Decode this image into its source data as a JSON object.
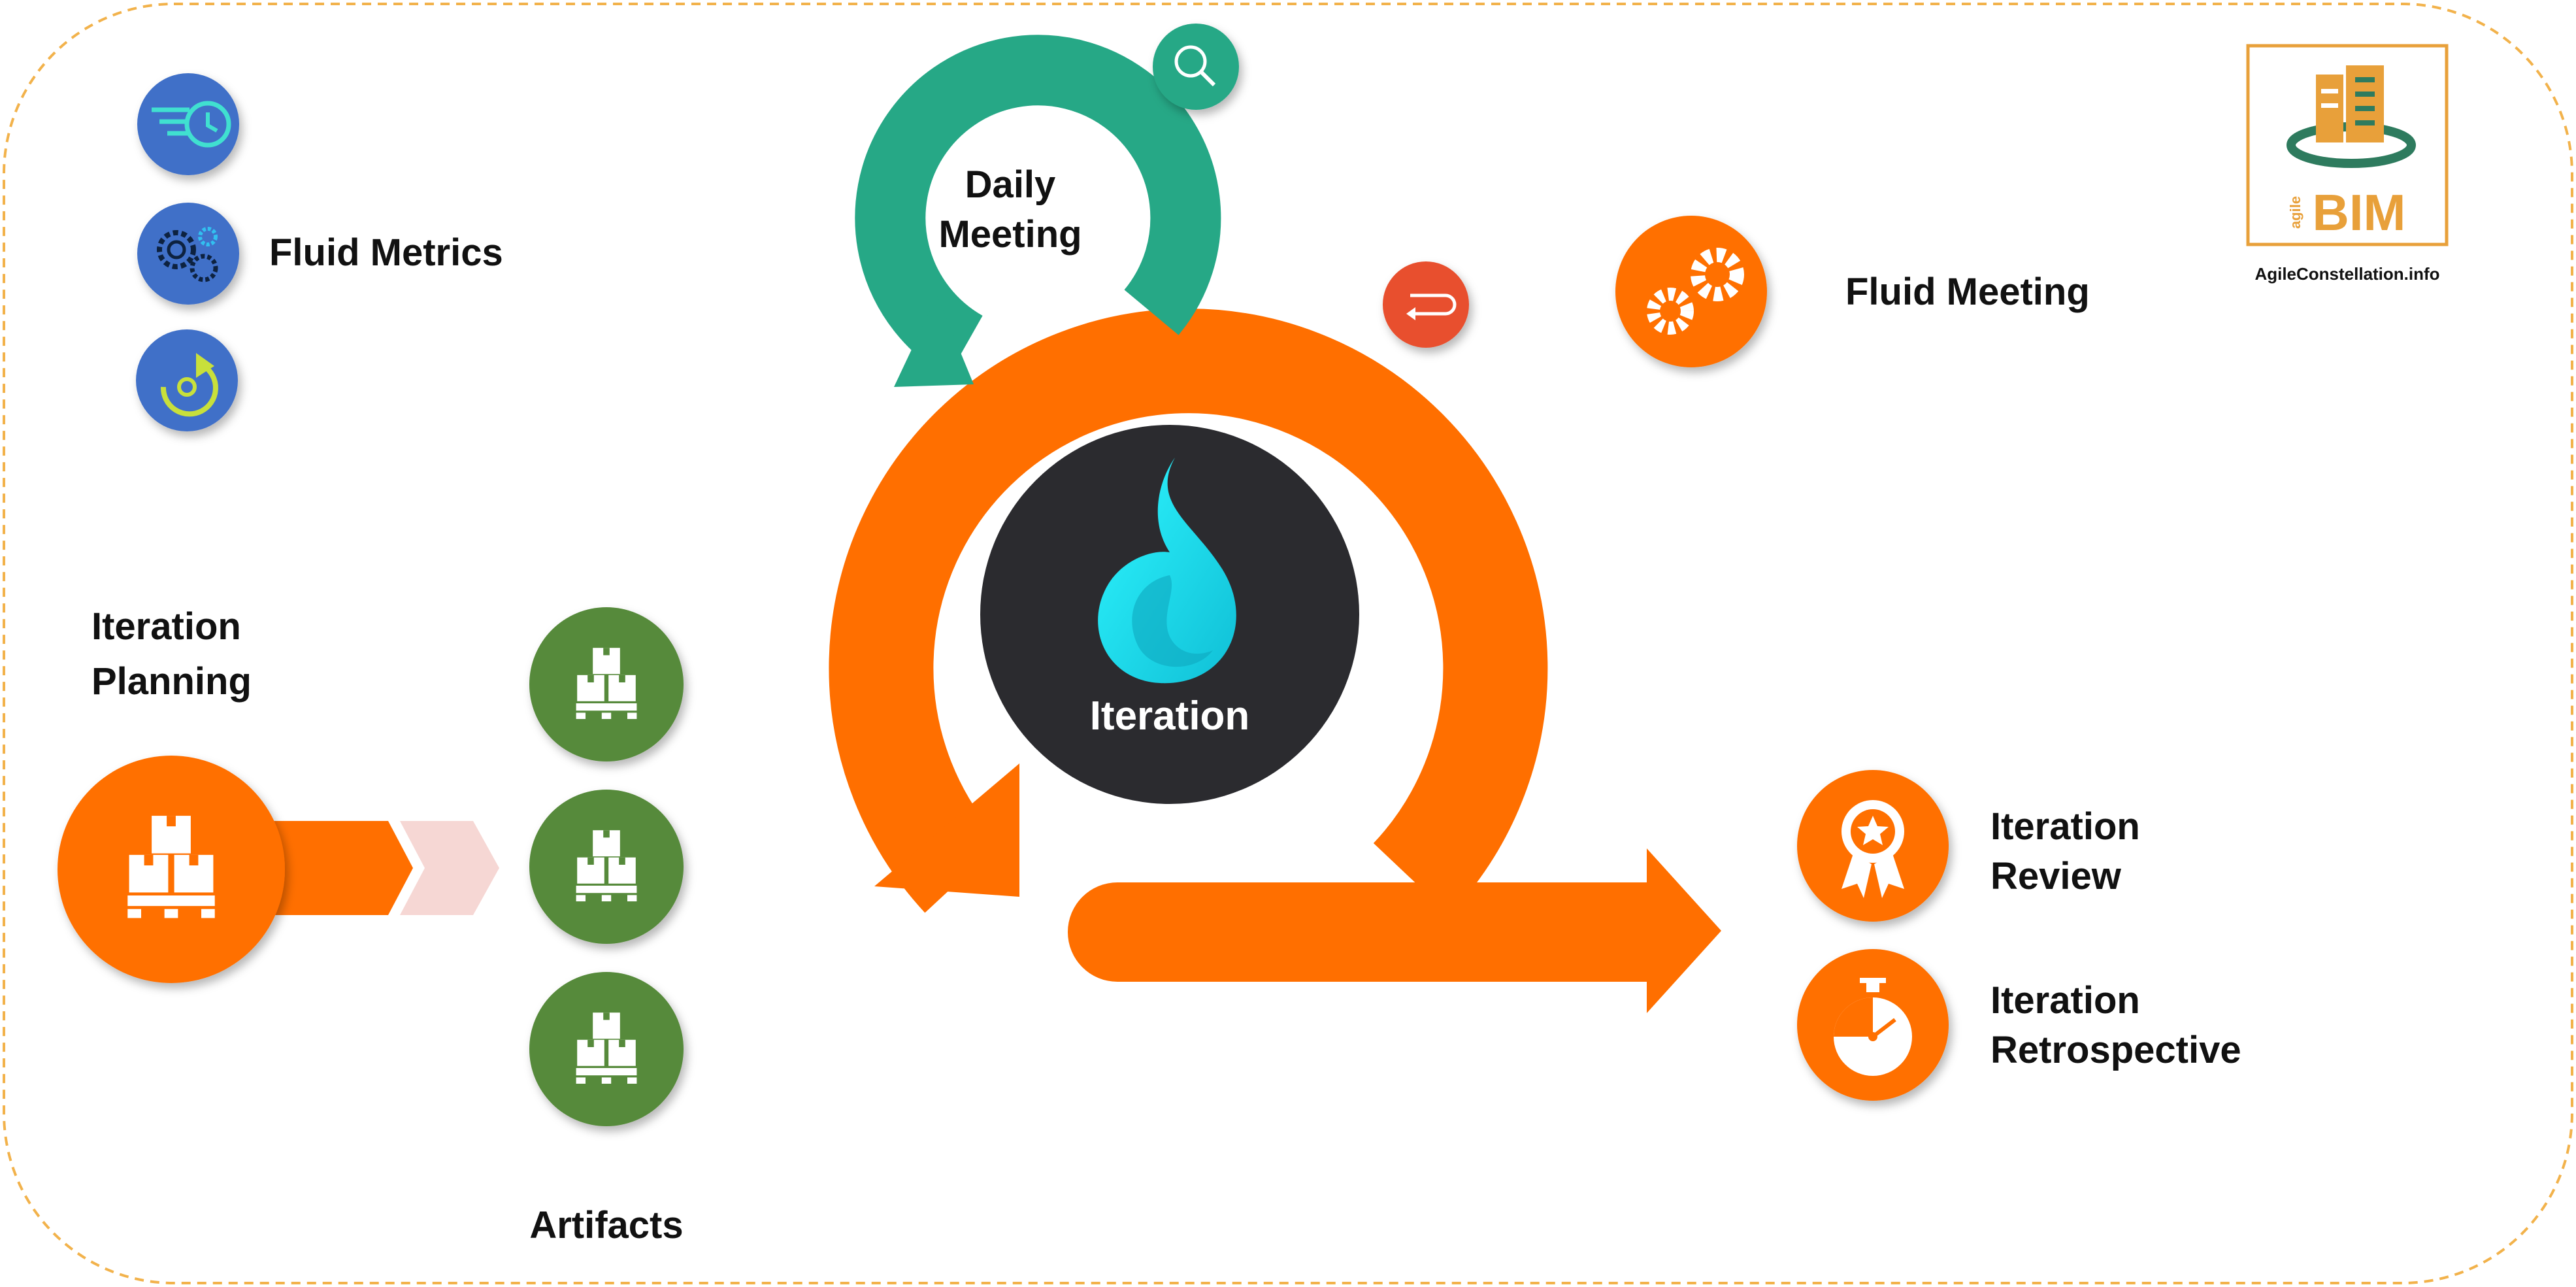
{
  "colors": {
    "orange": "#FF6F00",
    "green_circle": "#568A3A",
    "teal": "#26A886",
    "blue": "#4170C8",
    "red": "#E8502F",
    "dark": "#2B2B2F",
    "cyan": "#1FE6F2",
    "border": "#F2B24B",
    "logo_orange": "#E8A03A",
    "logo_green": "#2E7B5E"
  },
  "labels": {
    "fluid_metrics": "Fluid Metrics",
    "daily_meeting_line1": "Daily",
    "daily_meeting_line2": "Meeting",
    "fluid_meeting": "Fluid Meeting",
    "iteration_planning_line1": "Iteration",
    "iteration_planning_line2": "Planning",
    "iteration": "Iteration",
    "iteration_review_line1": "Iteration",
    "iteration_review_line2": "Review",
    "iteration_retro_line1": "Iteration",
    "iteration_retro_line2": "Retrospective",
    "artifacts": "Artifacts",
    "logo_small": "agile",
    "logo_big": "BIM",
    "logo_site": "AgileConstellation.info"
  },
  "icons": {
    "metrics": [
      "speed-clock-icon",
      "gears-icon",
      "refresh-arrow-icon"
    ],
    "daily_meeting_badge": "search-icon",
    "loop_badge": "loop-arrow-icon",
    "fluid_meeting": "gears-icon",
    "planning": "boxes-pallet-icon",
    "artifacts": "boxes-pallet-icon",
    "review": "award-ribbon-icon",
    "retrospective": "stopwatch-icon",
    "iteration_center": "flame-drop-logo-icon"
  }
}
